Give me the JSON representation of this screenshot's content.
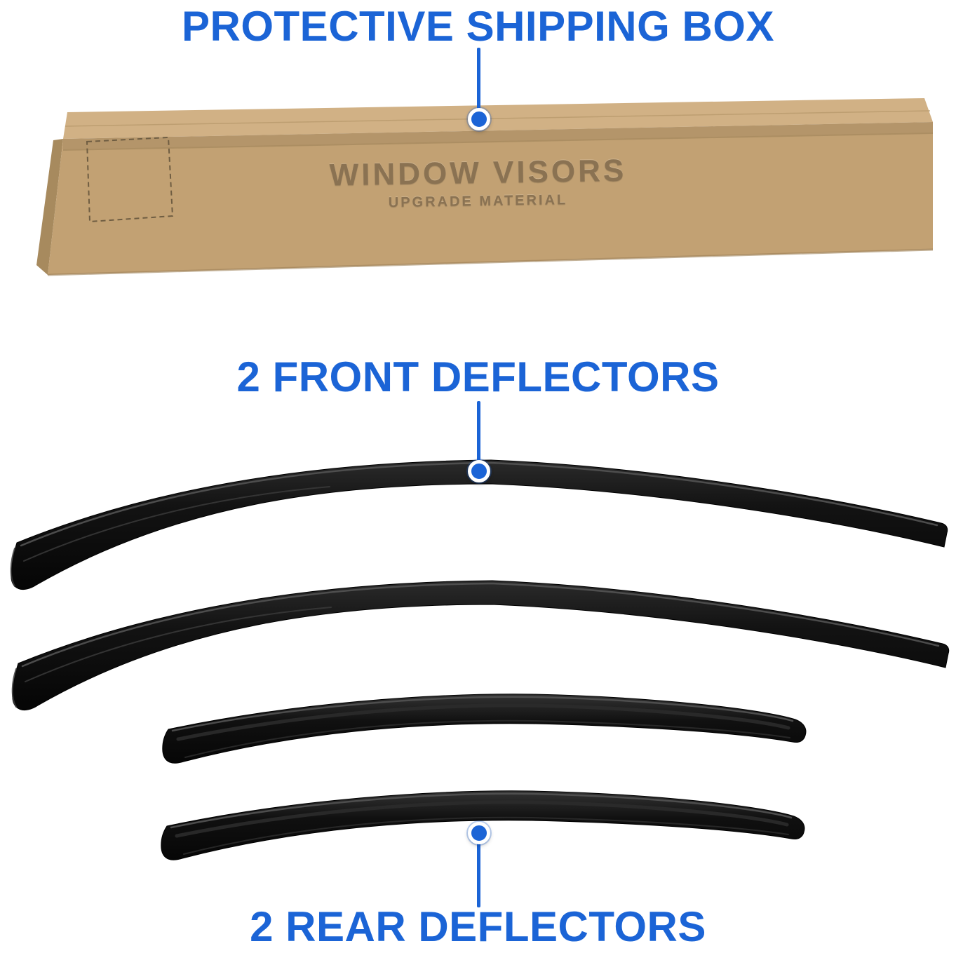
{
  "labels": {
    "shipping_box": "PROTECTIVE SHIPPING BOX",
    "front_deflectors": "2 FRONT DEFLECTORS",
    "rear_deflectors": "2 REAR DEFLECTORS"
  },
  "box": {
    "title": "WINDOW VISORS",
    "subtitle": "UPGRADE MATERIAL"
  },
  "colors": {
    "background": "#ffffff",
    "accent_blue": "#1b64d6",
    "cardboard_top": "#d1b185",
    "cardboard_front": "#c2a173",
    "cardboard_side": "#a78a5e",
    "cardboard_emboss": "#8a7252",
    "visor_black": "#141414"
  }
}
